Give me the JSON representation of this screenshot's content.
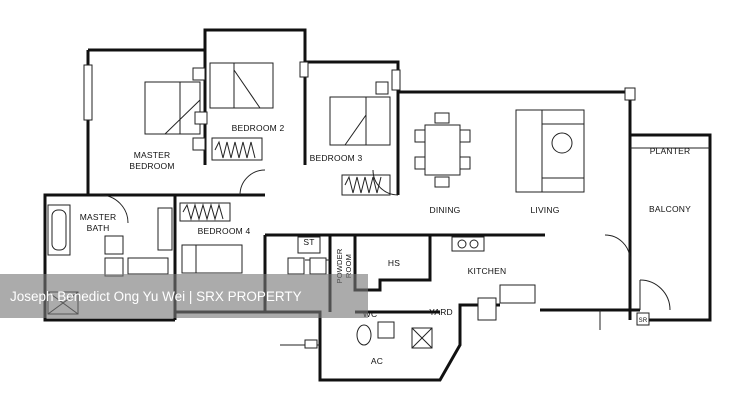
{
  "rooms": {
    "master_bedroom": "MASTER\nBEDROOM",
    "bedroom2": "BEDROOM 2",
    "bedroom3": "BEDROOM 3",
    "bedroom4": "BEDROOM 4",
    "master_bath": "MASTER\nBATH",
    "dining": "DINING",
    "living": "LIVING",
    "balcony": "BALCONY",
    "planter": "PLANTER",
    "kitchen": "KITCHEN",
    "hs": "HS",
    "yard": "YARD",
    "wc": "WC",
    "ac": "AC",
    "st": "ST",
    "powder_room": "POWDER\nROOM",
    "sr": "SR"
  },
  "watermark": {
    "text": "Joseph Benedict Ong Yu Wei | SRX PROPERTY"
  }
}
